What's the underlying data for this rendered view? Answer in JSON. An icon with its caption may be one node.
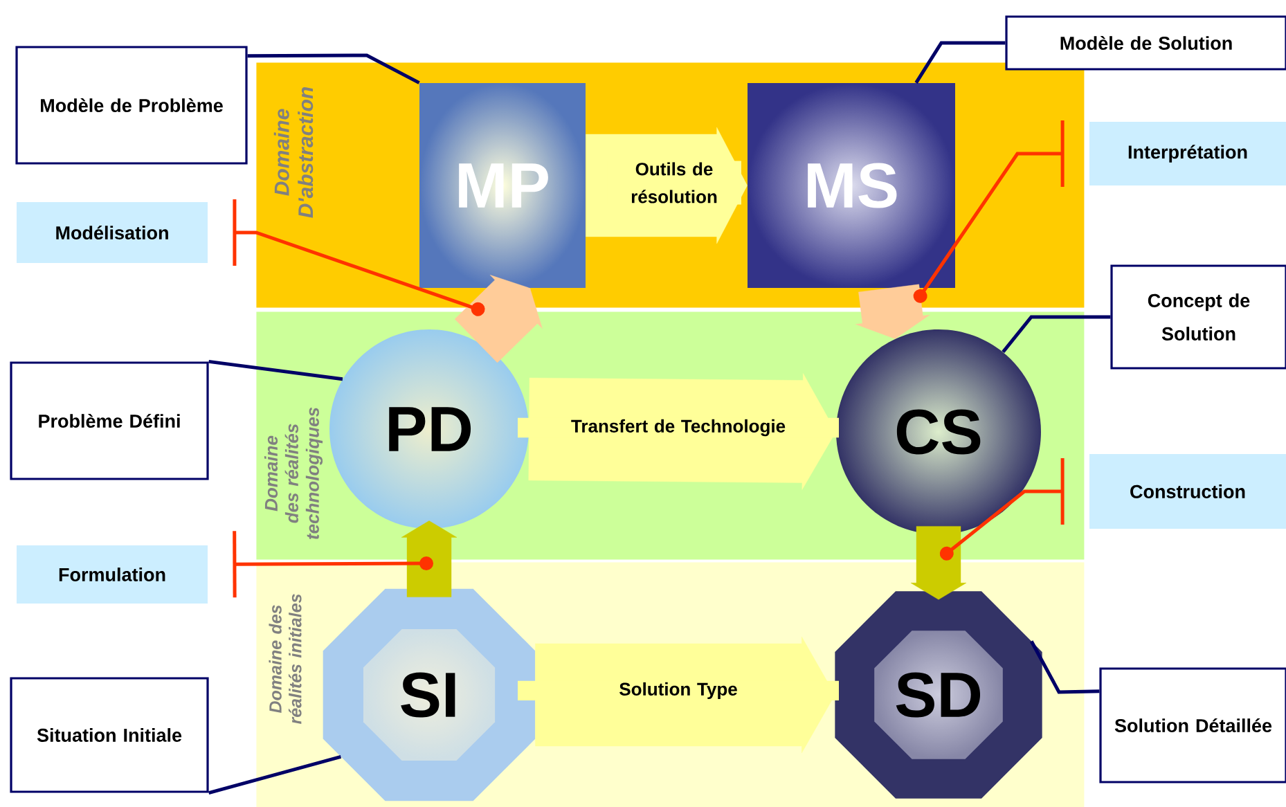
{
  "diagram": {
    "nodes": [
      {
        "text": [
          "Domaine D'abstraction"
        ]
      },
      {
        "text": [
          "Domaine des réalités technologiques"
        ]
      },
      {
        "text": [
          "Domaine des réalités initiales"
        ]
      },
      {
        "text": [
          "MP"
        ],
        "in": 0
      },
      {
        "text": [
          "MS"
        ],
        "in": 0
      },
      {
        "text": [
          "PD"
        ],
        "in": 1
      },
      {
        "text": [
          "CS"
        ],
        "in": 1
      },
      {
        "text": [
          "SI"
        ],
        "in": 2
      },
      {
        "text": [
          "SD"
        ],
        "in": 2
      },
      {
        "text": [
          "Modèle de Problème"
        ]
      },
      {
        "text": [
          "Modèle de Solution"
        ]
      },
      {
        "text": [
          "Modélisation"
        ]
      },
      {
        "text": [
          "Interprétation"
        ]
      },
      {
        "text": [
          "Problème Défini"
        ]
      },
      {
        "text": [
          "Concept de Solution"
        ]
      },
      {
        "text": [
          "Formulation"
        ]
      },
      {
        "text": [
          "Construction"
        ]
      },
      {
        "text": [
          "Situation Initiale"
        ]
      },
      {
        "text": [
          "Solution Détaillée"
        ]
      }
    ],
    "edges": [
      {
        "from": 3,
        "to": 4,
        "arrow": "to",
        "label": "Outils de résolution",
        "style": "thick",
        "color": "#ffff99"
      },
      {
        "from": 5,
        "to": 6,
        "arrow": "to",
        "label": "Transfert de Technologie",
        "style": "thick",
        "color": "#ffff99"
      },
      {
        "from": 7,
        "to": 8,
        "arrow": "to",
        "label": "Solution Type",
        "style": "thick",
        "color": "#ffff99"
      },
      {
        "from": 5,
        "to": 3,
        "arrow": "to",
        "style": "thick",
        "color": "#ffcc99"
      },
      {
        "from": 4,
        "to": 6,
        "arrow": "to",
        "style": "thick",
        "color": "#ffcc99"
      },
      {
        "from": 7,
        "to": 5,
        "arrow": "to",
        "style": "thick",
        "color": "#cccc00"
      },
      {
        "from": 6,
        "to": 8,
        "arrow": "to",
        "style": "thick",
        "color": "#cccc00"
      },
      {
        "from": 9,
        "to": 3,
        "arrow": "none"
      },
      {
        "from": 10,
        "to": 4,
        "arrow": "none"
      },
      {
        "from": 13,
        "to": 5,
        "arrow": "none"
      },
      {
        "from": 14,
        "to": 6,
        "arrow": "none"
      },
      {
        "from": 17,
        "to": 7,
        "arrow": "none"
      },
      {
        "from": 18,
        "to": 8,
        "arrow": "none"
      },
      {
        "from": 11,
        "to": 0,
        "arrow": "other",
        "color": "#ff3300"
      },
      {
        "from": 12,
        "to": 0,
        "arrow": "other",
        "color": "#ff3300"
      },
      {
        "from": 15,
        "to": 2,
        "arrow": "other",
        "color": "#ff3300"
      },
      {
        "from": 16,
        "to": 1,
        "arrow": "other",
        "color": "#ff3300"
      }
    ]
  }
}
